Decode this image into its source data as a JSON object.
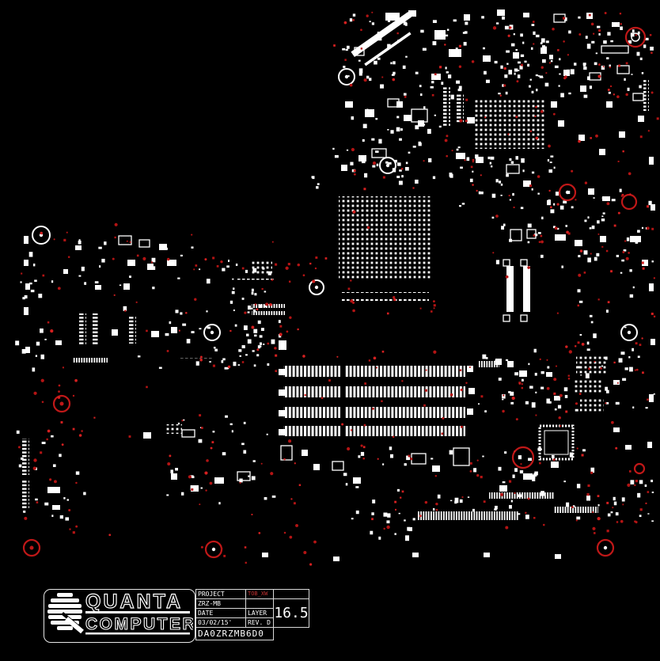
{
  "title_block": {
    "brand_top": "QUANTA",
    "brand_bottom": "COMPUTER",
    "project_label": "PROJECT",
    "project_value": "ZRZ-MB",
    "date_label": "DATE",
    "date_value": "03/02/15'",
    "view_tag": "TOB_XW",
    "layer_label": "LAYER",
    "rev_label": "REV. D",
    "scale_value": "16.5",
    "board_number": "DA0ZRZMB6D0"
  },
  "colors": {
    "background": "#000000",
    "silkscreen": "#ffffff",
    "marking_red": "#b41414",
    "tag_red": "#c03030"
  }
}
